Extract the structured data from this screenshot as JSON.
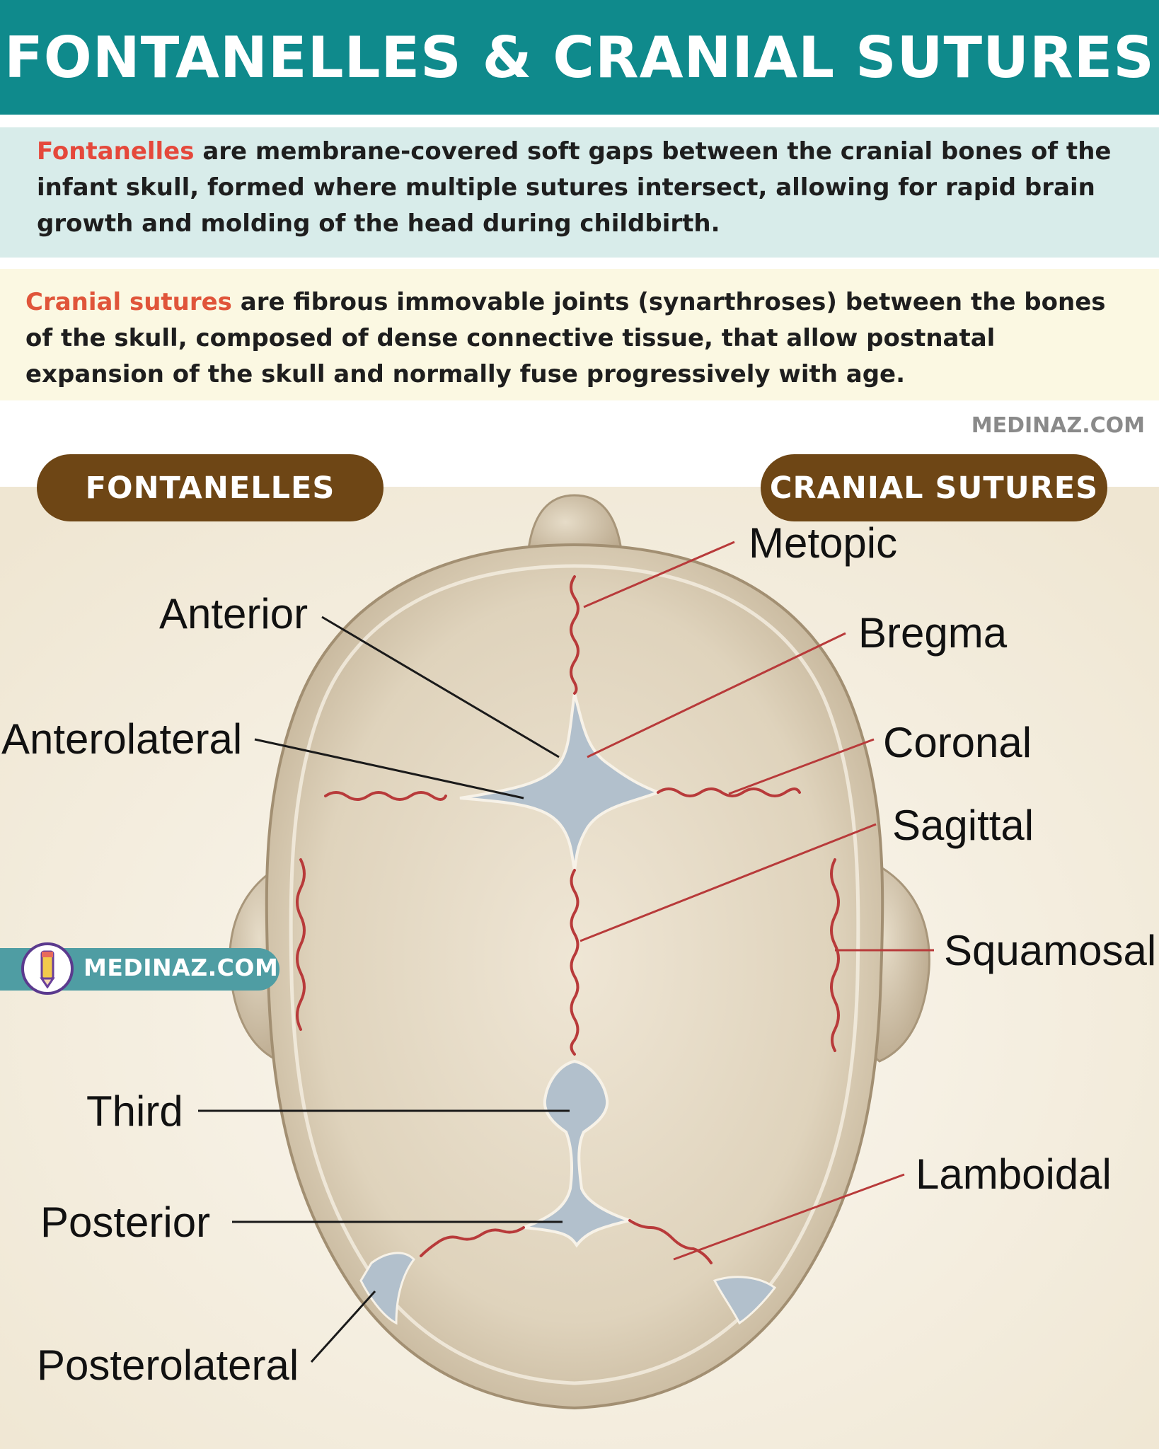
{
  "header": {
    "title": "FONTANELLES & CRANIAL SUTURES"
  },
  "definitions": {
    "fontanelles": {
      "term": "Fontanelles",
      "text": " are membrane-covered soft gaps between the cranial bones of the infant skull, formed where multiple sutures intersect, allowing for rapid brain growth and molding of the head during childbirth."
    },
    "sutures": {
      "term": "Cranial sutures",
      "text": " are fibrous immovable joints (synarthroses) between the bones of the skull, composed of dense connective tissue, that allow postnatal expansion of the skull and normally fuse progressively with age."
    }
  },
  "watermark": "MEDINAZ.COM",
  "badge": {
    "text": "MEDINAZ.COM"
  },
  "sections": {
    "left": "FONTANELLES",
    "right": "CRANIAL SUTURES"
  },
  "fontanelle_labels": {
    "anterior": "Anterior",
    "anterolateral": "Anterolateral",
    "third": "Third",
    "posterior": "Posterior",
    "posterolateral": "Posterolateral"
  },
  "suture_labels": {
    "metopic": "Metopic",
    "bregma": "Bregma",
    "coronal": "Coronal",
    "sagittal": "Sagittal",
    "squamosal": "Squamosal",
    "lamboidal": "Lamboidal"
  },
  "colors": {
    "header_bg": "#0f8a8c",
    "pill_bg": "#6e4615",
    "suture_red": "#b83a3a",
    "fontanelle_blue": "#aab8c4",
    "bone": "#ddd2bd"
  }
}
